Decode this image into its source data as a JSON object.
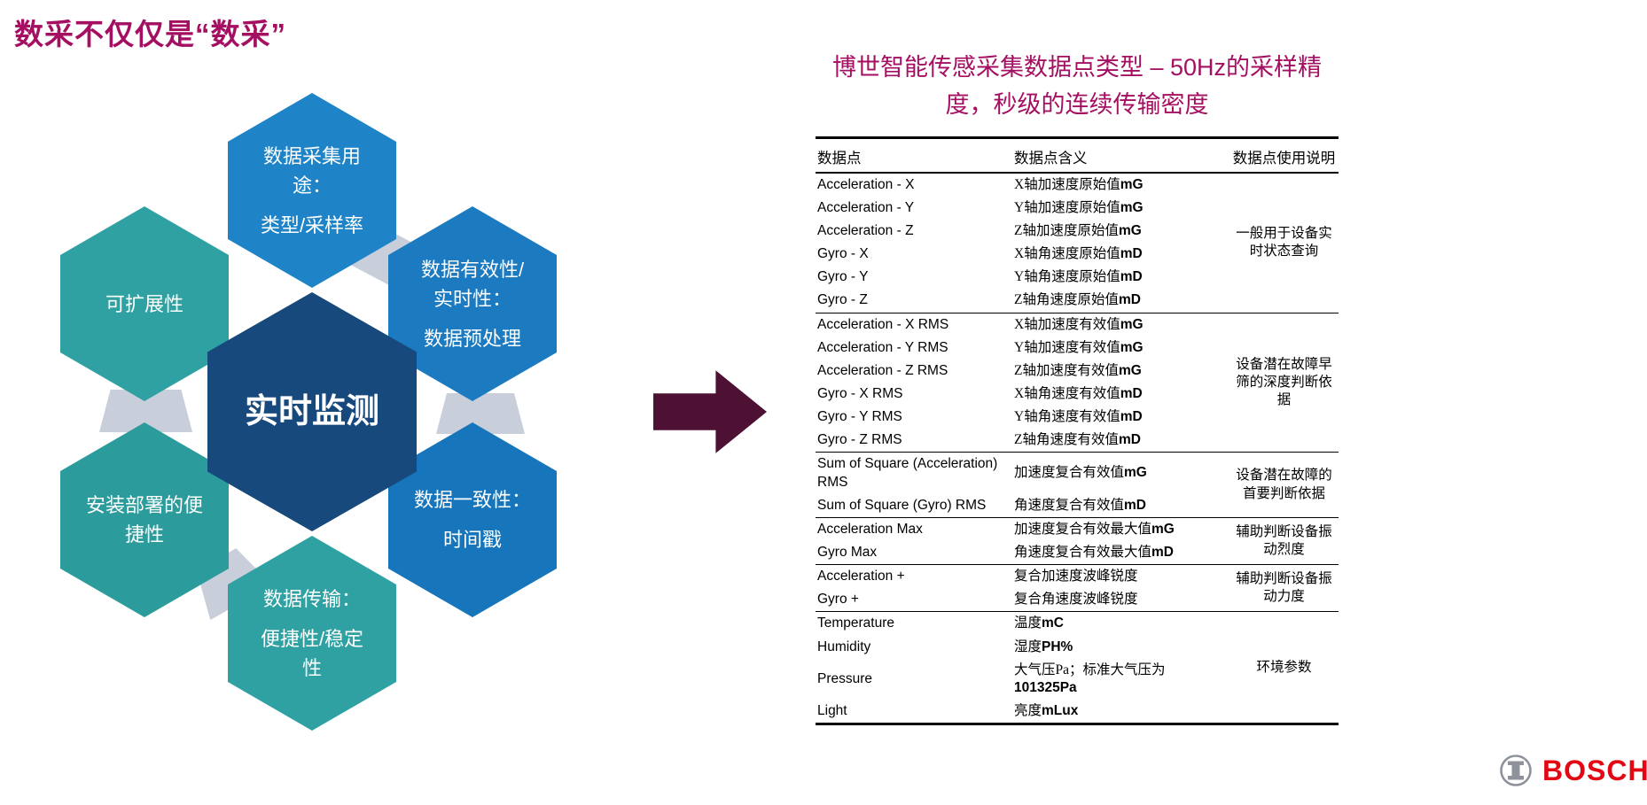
{
  "slide_title": "数采不仅仅是“数采”",
  "colors": {
    "accent_magenta": "#A50F62",
    "hex_blue": "#1B7AC0",
    "hex_teal": "#2FA1A2",
    "hex_navy": "#17497D",
    "connector_gray": "#C9CEDB",
    "arrow_maroon": "#4C1133",
    "bosch_red": "#E30613"
  },
  "diagram": {
    "center_label": "实时监测",
    "hex_top": {
      "line1": "数据采集用途：",
      "line2": "类型/采样率"
    },
    "hex_upper_right": {
      "line1": "数据有效性/实时性：",
      "line2": "数据预处理"
    },
    "hex_lower_right": {
      "line1": "数据一致性：",
      "line2": "时间戳"
    },
    "hex_bottom": {
      "line1": "数据传输：",
      "line2": "便捷性/稳定性"
    },
    "hex_lower_left": {
      "line1": "安装部署的便捷性"
    },
    "hex_upper_left": {
      "line1": "可扩展性"
    }
  },
  "table": {
    "title": "博世智能传感采集数据点类型 – 50Hz的采样精\n度，秒级的连续传输密度",
    "headers": [
      "数据点",
      "数据点含义",
      "数据点使用说明"
    ],
    "groups": [
      {
        "usage": "一般用于设备实时状态查询",
        "rows": [
          {
            "name": "Acceleration - X",
            "meaning": "X轴加速度原始值",
            "unit": "mG"
          },
          {
            "name": "Acceleration - Y",
            "meaning": "Y轴加速度原始值",
            "unit": "mG"
          },
          {
            "name": "Acceleration - Z",
            "meaning": "Z轴加速度原始值",
            "unit": "mG"
          },
          {
            "name": "Gyro - X",
            "meaning": "X轴角速度原始值",
            "unit": "mD"
          },
          {
            "name": "Gyro - Y",
            "meaning": "Y轴角速度原始值",
            "unit": "mD"
          },
          {
            "name": "Gyro - Z",
            "meaning": "Z轴角速度原始值",
            "unit": "mD"
          }
        ]
      },
      {
        "usage": "设备潜在故障早筛的深度判断依据",
        "rows": [
          {
            "name": "Acceleration - X RMS",
            "meaning": "X轴加速度有效值",
            "unit": "mG"
          },
          {
            "name": "Acceleration - Y RMS",
            "meaning": "Y轴加速度有效值",
            "unit": "mG"
          },
          {
            "name": "Acceleration - Z RMS",
            "meaning": "Z轴加速度有效值",
            "unit": "mG"
          },
          {
            "name": "Gyro - X RMS",
            "meaning": "X轴角速度有效值",
            "unit": "mD"
          },
          {
            "name": "Gyro - Y RMS",
            "meaning": "Y轴角速度有效值",
            "unit": "mD"
          },
          {
            "name": "Gyro - Z RMS",
            "meaning": "Z轴角速度有效值",
            "unit": "mD"
          }
        ]
      },
      {
        "usage": "设备潜在故障的首要判断依据",
        "rows": [
          {
            "name": "Sum of Square (Acceleration) RMS",
            "meaning": "加速度复合有效值",
            "unit": "mG"
          },
          {
            "name": "Sum of Square (Gyro) RMS",
            "meaning": "角速度复合有效值",
            "unit": "mD"
          }
        ]
      },
      {
        "usage": "辅助判断设备振动烈度",
        "rows": [
          {
            "name": "Acceleration Max",
            "meaning": "加速度复合有效最大值",
            "unit": "mG"
          },
          {
            "name": "Gyro Max",
            "meaning": "角速度复合有效最大值",
            "unit": "mD"
          }
        ]
      },
      {
        "usage": "辅助判断设备振动力度",
        "rows": [
          {
            "name": "Acceleration +",
            "meaning": "复合加速度波峰锐度",
            "unit": ""
          },
          {
            "name": "Gyro +",
            "meaning": "复合角速度波峰锐度",
            "unit": ""
          }
        ]
      },
      {
        "usage": "环境参数",
        "rows": [
          {
            "name": "Temperature",
            "meaning": "温度",
            "unit": "mC"
          },
          {
            "name": "Humidity",
            "meaning": "湿度",
            "unit": "PH%"
          },
          {
            "name": "Pressure",
            "meaning": "大气压Pa；标准大气压为",
            "unit": "101325Pa"
          },
          {
            "name": "Light",
            "meaning": "亮度",
            "unit": "mLux"
          }
        ]
      }
    ]
  },
  "footer": {
    "brand": "BOSCH"
  }
}
